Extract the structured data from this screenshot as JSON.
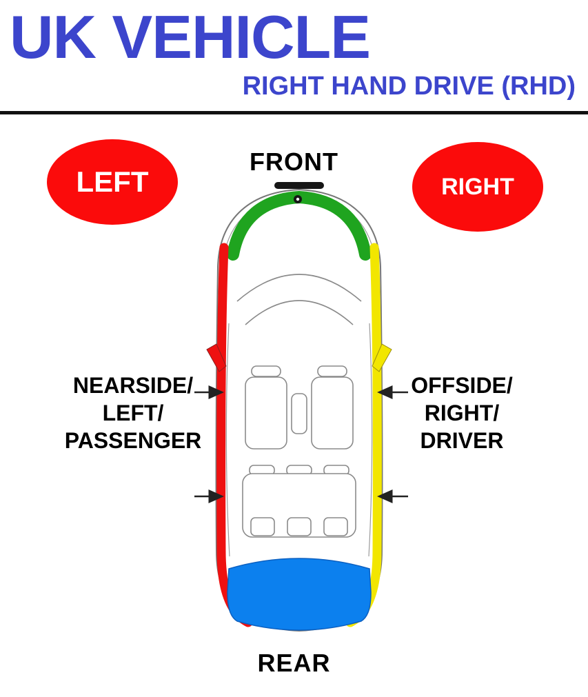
{
  "header": {
    "title": "UK VEHICLE",
    "subtitle": "RIGHT HAND DRIVE (RHD)"
  },
  "diagram": {
    "front_label": "FRONT",
    "rear_label": "REAR",
    "left_badge": "LEFT",
    "right_badge": "RIGHT",
    "left_side_lines": [
      "NEARSIDE/",
      "LEFT/",
      "PASSENGER"
    ],
    "right_side_lines": [
      "OFFSIDE/",
      "RIGHT/",
      "DRIVER"
    ]
  },
  "colors": {
    "title_blue": "#3c45cc",
    "badge_red": "#fb0b0b",
    "front_green": "#1fa41f",
    "side_red": "#ee1111",
    "side_yellow": "#f2e600",
    "rear_blue": "#0c80ee",
    "divider_black": "#111111"
  }
}
